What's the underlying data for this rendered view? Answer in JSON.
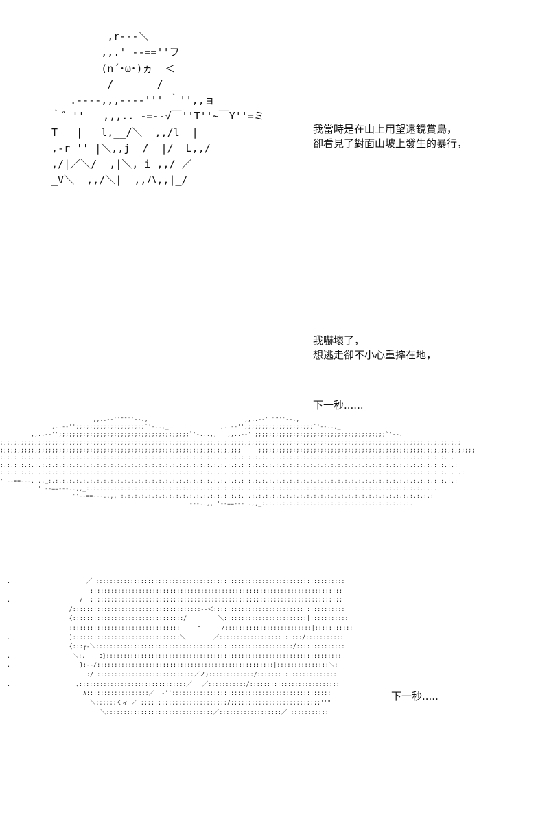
{
  "ascii_art": {
    "character": "          ,r‐‐‐＼\n         ,,.' ‐-==''フ\n         (n´･ω･)ヵ  ＜\n          /       /\n    .‐‐‐‐,,,‐‐‐‐''' ｀'',,ョ\n ｀゛''   ,,,.. -=--√￣''T''~￣Y''=ミ\n T   |   l,__/＼  ,,/l  |\n ,-r '' |＼,,j  /  |/  L,,/\n ,/|／＼/  ,|＼,_i_,,/ ／\n _V＼  ,,/＼|  ,,ハ,,|_/",
    "mountains": "                          _,,..-‐''\"\"''‐-.,_                          _,,..-‐''\"\"''‐-.,_\n               ,..-‐'';;;;;;;;;;;;;;;;;;;;`'‐..,_               ,..-‐'';;;;;;;;;;;;;;;;;;;;`'‐-..,_\n____ __  ,,..-‐'';;;;;;;;;;;;;;;;;;;;;;;;;;;;;;;;;;;;;;`'‐...,,_  ,,..-‐'';;;;;;;;;;;;;;;;;;;;;;;;;;;;;;;;;;;;;;`'‐-._\n;;;;;;;;;;;;;;;;;;;;;;;;;;;;;;;;;;;;;;;;;;;;;;;;;;;;;;;;;;;;;;;;;;;;;;;;;;;;;;;;;;;;;;;;;;;;;;;;;;;;;;;;;;;;;;;;;;;;;;;;;;;;;;;;;;;;;;\n;;;;;;;;;;;;;;;;;;;;;;;;;;;;;;;;;;;;;;;;;;;;;;;;;;;;;;;;;;;;;;;;;;;;;;     ;;;;;;;;;;;;;;;;;;;;;;;;;;;;;;;;;;;;;;;;;;;;;;;;;;;;;;;;;;;;;;;\n:.:.:.:.:.:.:.:.:.:.:.:.:.:.:.:.:.:.:.:.:.:.:.:.:.:.:.:.:.:.:.:.:.:.:.:.:.:.:.:.:.:.:.:.:.:.:.:.:.:.:.:.:.:.:.:.:.:.:.:.:.:.:.:.:.:.:\n:.:.:.:.:.:.:.:.:.:.:.:.:.:.:.:.:.:.:.:.:.:.:.:.:.:.:.:.:.:.:.:.:.:.:.:.:.:.:.:.:.:.:.:.:.:.:.:.:.:.:.:.:.:.:.:.:.:.:.:.:.:.:.:.:.:.:\n:.:.:.:.:.:.:.:.:.:.:.:.:.:.:.:.:.:.:.:.:.:.:.:.:.:.:.:.:.:.:.:.:.:.:.:.:.:.:.:.:.:.:.:.:.:.:.:.:.:.:.:.:.:.:.:.:.:.:.:.:.:.:.:.:.:.:.:\n''‐-==‐‐-..,,_:.:.:.:.:.:.:.:.:.:.:.:.:.:.:.:.:.:.:.:.:.:.:.:.:.:.:.:.:.:.:.:.:.:.:.:.:.:.:.:.:.:.:.:.:.:.:.:.:.:.:.:.:.:.:.:.:.:.:.:\n           ''‐-==‐‐-..,,_:.:.:.:.:.:.:.:.:.:.:.:.:.:.:.:.:.:.:.:.:.:.:.:.:.:.:.:.:.:.:.:.:.:.:.:.:.:.:.:.:.:.:.:.:.:.:.:.:.:.:.:\n                     ''‐-==‐‐-..,,_:.:.:.:.:.:.:.:.:.:.:.:.:.:.:.:.:.:.:.:.:.:.:.:.:.:.:.:.:.:.:.:.:.:.:.:.:.:.:.:.:.:.:.:.:.:\n                                                       ‐‐-..,,''‐-==‐‐-..,,_:.:.:.:.:.:.:.:.:.:.:.:.:.:.:.:.:.:.:.:.:.:.",
    "closeup": ".                      ／ ::::::::::::::::::::::::::::::::::::::::::::::::::::::::::::::::::::::::\n                        :::::::::::::::::::::::::::::::::::::::::::::::::::::::::::::::::::::::::\n.                    /  :::::::::::::::::::::::::::::::::::::::::::::::::::::::::::::::::::::::::\n                  /:::::::::::::::::::::::::::::::::::::‐‐＜::::::::::::::::::::::::::|:::::::::::\n                  {::::::::::::::::::::::::::::::::/         ＼::::::::::::::::::::::::|:::::::::::\n                  ::::::::::::::::::::::::::::::::     ∩      /:::::::::::::::::::::::::|:::::::::::\n.                 ):::::::::::::::::::::::::::::::＼        ／::::::::::::::::::::::::/:::::::::::\n                  {:::┌‐＼:::::::::::::::::::::::::::::::::::::::::::::::::::::::::/::::::::::::::\n.                  ＼:.    o}::::::::::::::::::::::::::::::::::::::::::::::::::::::::::::::::::::\n.                    }:‐‐/:::::::::::::::::::::::::::::::::::::::::::::::::::|:::::::::::::::＼:\n                       :/ ::::::::::::::::::::::::::::／ノ):::::::::::::/:::::::::::::::::::::::\n.                   ､:::::::::::::::::::::::::::::::／   ／:::::::::::/::::::::::::::::::::::::::\n                      ∧::::::::::::::::::／  ‐''::::::::::::::::::::::::::::::::::::::::::::::\n                        ＼::::::くィ ／ :::::::::::::::::::::::::/::::::::::::::::::::::::::''\"\n                           ＼:::::::::::::::::::::::::::::::／::::::::::::::::::／ :::::::::::"
  },
  "captions": {
    "cap1": [
      "我當時是在山上用望遠鏡賞鳥，",
      "卻看見了對面山坡上發生的暴行，"
    ],
    "cap2": [
      "我嚇壞了，",
      "想逃走卻不小心重摔在地，"
    ],
    "cap3": [
      "下一秒......"
    ],
    "cap4": [
      "下一秒....."
    ]
  }
}
